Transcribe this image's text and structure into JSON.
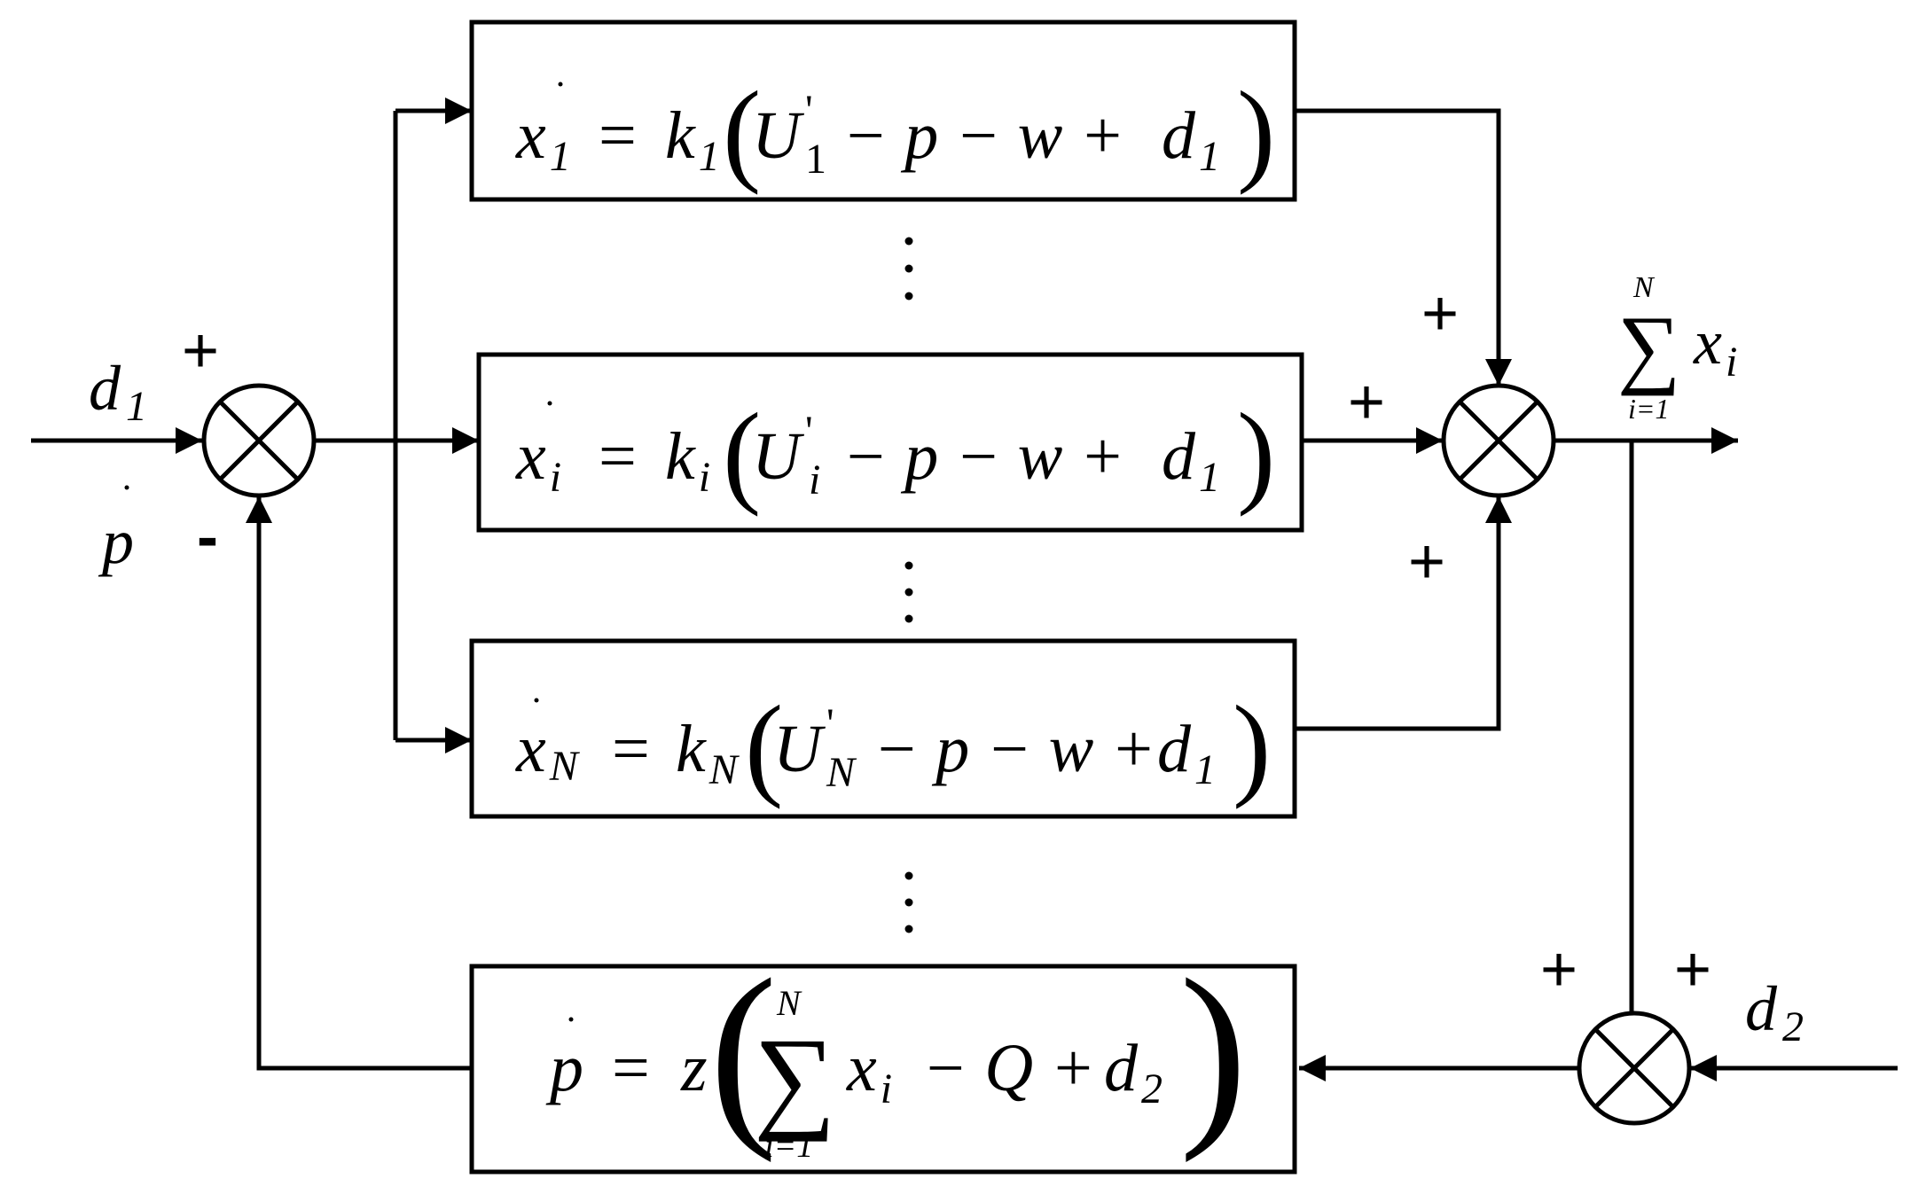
{
  "inputs": {
    "d1": {
      "base": "d",
      "sub": "1"
    },
    "p_dot": "p",
    "d2": {
      "base": "d",
      "sub": "2"
    }
  },
  "junction_left": {
    "sign_top": "+",
    "sign_bottom": "-"
  },
  "junction_right": {
    "sign_top": "+",
    "sign_left": "+",
    "sign_bottom": "+"
  },
  "junction_bottom": {
    "sign_top": "+",
    "sign_right": "+"
  },
  "output_label": {
    "sum_symbol": "∑",
    "upper": "N",
    "lower": "i=1",
    "term": {
      "base": "x",
      "sub": "i"
    }
  },
  "blocks": [
    {
      "id": "block-1",
      "lhs": {
        "base": "x",
        "sub": "1"
      },
      "equals": "=",
      "k": {
        "base": "k",
        "sub": "1"
      },
      "U": {
        "base": "U",
        "prime": "'",
        "sub": "1"
      },
      "minus_p": "− p − w + ",
      "d": {
        "base": "d",
        "sub": "1"
      }
    },
    {
      "id": "block-i",
      "lhs": {
        "base": "x",
        "sub": "i"
      },
      "equals": "=",
      "k": {
        "base": "k",
        "sub": "i"
      },
      "U": {
        "base": "U",
        "prime": "'",
        "sub": "i"
      },
      "minus_p": "− p − w + ",
      "d": {
        "base": "d",
        "sub": "1"
      }
    },
    {
      "id": "block-N",
      "lhs": {
        "base": "x",
        "sub": "N"
      },
      "equals": "=",
      "k": {
        "base": "k",
        "sub": "N"
      },
      "U": {
        "base": "U",
        "prime": "'",
        "sub": "N"
      },
      "minus_p": "− p − w + ",
      "d": {
        "base": "d",
        "sub": "1"
      }
    }
  ],
  "feedback_block": {
    "lhs": "p",
    "equals": "=",
    "coef": "z",
    "sum_symbol": "∑",
    "upper": "N",
    "lower": "i=1",
    "term": {
      "base": "x",
      "sub": "i"
    },
    "rest": "− Q + ",
    "d": {
      "base": "d",
      "sub": "2"
    }
  },
  "ellipsis": "⋮"
}
